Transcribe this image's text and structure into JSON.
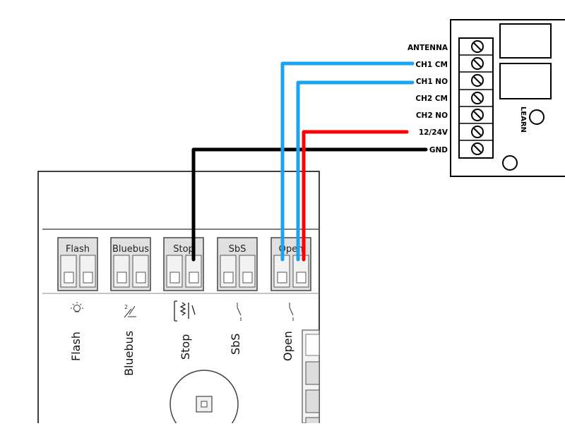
{
  "receiver": {
    "terminals": [
      "ANTENNA",
      "CH1 CM",
      "CH1 NO",
      "CH2 CM",
      "CH2 NO",
      "12/24V",
      "GND"
    ],
    "learn_label": "LEARN"
  },
  "control_board": {
    "terminal_blocks": [
      "Flash",
      "Bluebus",
      "Stop",
      "SbS",
      "Open"
    ],
    "bottom_labels": [
      "Flash",
      "Bluebus",
      "Stop",
      "SbS",
      "Open"
    ],
    "bluebus_symbol": "2"
  },
  "wires": [
    {
      "from": "GND",
      "to": "Stop",
      "color": "#000000"
    },
    {
      "from": "CH1 CM",
      "to": "Open",
      "color": "#1aa3f0"
    },
    {
      "from": "CH1 NO",
      "to": "Open",
      "color": "#1aa3f0"
    },
    {
      "from": "12/24V",
      "to": "Open",
      "color": "#ff0000"
    }
  ]
}
